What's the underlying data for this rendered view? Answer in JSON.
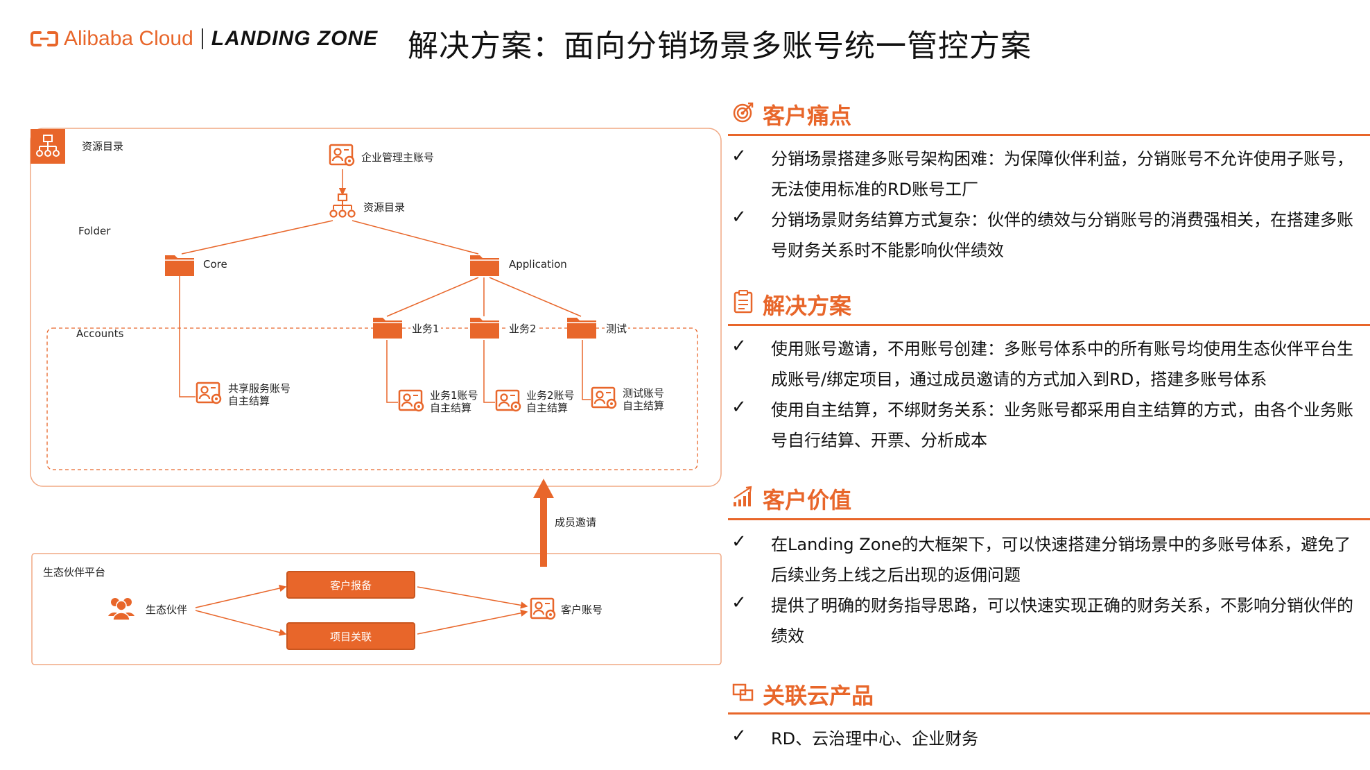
{
  "header": {
    "brand_alibaba": "Alibaba Cloud",
    "brand_landing_zone": "LANDING ZONE",
    "title": "解决方案：面向分销场景多账号统一管控方案"
  },
  "diagram": {
    "resource_directory_box_label": "资源目录",
    "enterprise_master_account": "企业管理主账号",
    "resource_directory_node": "资源目录",
    "folder_label": "Folder",
    "accounts_label": "Accounts",
    "folders": {
      "core": "Core",
      "application": "Application",
      "biz1": "业务1",
      "biz2": "业务2",
      "test": "测试"
    },
    "accounts": {
      "shared": [
        "共享服务账号",
        "自主结算"
      ],
      "biz1": [
        "业务1账号",
        "自主结算"
      ],
      "biz2": [
        "业务2账号",
        "自主结算"
      ],
      "test": [
        "测试账号",
        "自主结算"
      ]
    },
    "member_invite": "成员邀请",
    "eco_platform_label": "生态伙伴平台",
    "eco_partner": "生态伙伴",
    "customer_report_button": "客户报备",
    "project_link_button": "项目关联",
    "customer_account": "客户账号"
  },
  "panel": {
    "pain_points": {
      "title": "客户痛点",
      "items": [
        "分销场景搭建多账号架构困难：为保障伙伴利益，分销账号不允许使用子账号，无法使用标准的RD账号工厂",
        "分销场景财务结算方式复杂：伙伴的绩效与分销账号的消费强相关，在搭建多账号财务关系时不能影响伙伴绩效"
      ]
    },
    "solution": {
      "title": "解决方案",
      "items": [
        "使用账号邀请，不用账号创建：多账号体系中的所有账号均使用生态伙伴平台生成账号/绑定项目，通过成员邀请的方式加入到RD，搭建多账号体系",
        "使用自主结算，不绑财务关系：业务账号都采用自主结算的方式，由各个业务账号自行结算、开票、分析成本"
      ]
    },
    "value": {
      "title": "客户价值",
      "items": [
        "在Landing Zone的大框架下，可以快速搭建分销场景中的多账号体系，避免了后续业务上线之后出现的返佣问题",
        "提供了明确的财务指导思路，可以快速实现正确的财务关系，不影响分销伙伴的绩效"
      ]
    },
    "products": {
      "title": "关联云产品",
      "items": [
        "RD、云治理中心、企业财务"
      ]
    },
    "check_mark": "✓"
  },
  "colors": {
    "accent": "#e8662a",
    "text": "#111111"
  }
}
